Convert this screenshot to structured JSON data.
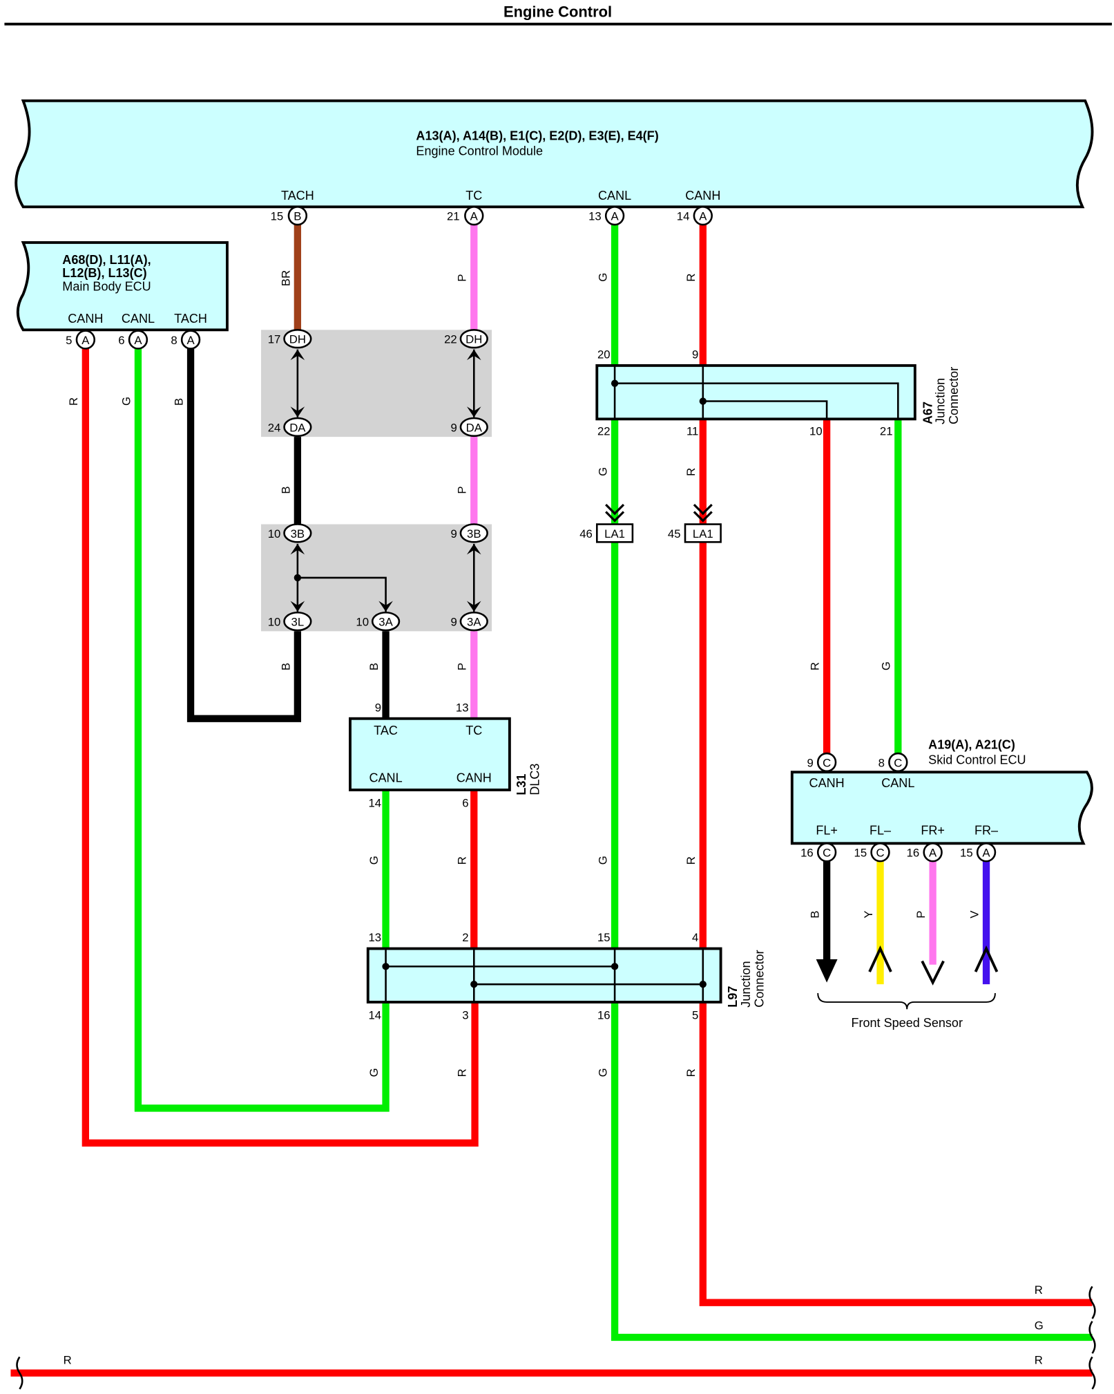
{
  "title": "Engine Control",
  "colors": {
    "box_fill": "#ccffff",
    "splice_fill": "#d3d3d3",
    "R": "#ff0000",
    "G": "#00ee00",
    "B": "#000000",
    "BR": "#a0401a",
    "P": "#ff77ee",
    "Y": "#ffee00",
    "V": "#4411ee"
  },
  "ecm": {
    "codes": "A13(A), A14(B), E1(C), E2(D), E3(E), E4(F)",
    "name": "Engine Control Module",
    "pins": {
      "tach": {
        "label": "TACH",
        "num": "15",
        "conn": "B"
      },
      "tc": {
        "label": "TC",
        "num": "21",
        "conn": "A"
      },
      "canl": {
        "label": "CANL",
        "num": "13",
        "conn": "A"
      },
      "canh": {
        "label": "CANH",
        "num": "14",
        "conn": "A"
      }
    }
  },
  "main_body_ecu": {
    "codes_line1": "A68(D), L11(A),",
    "codes_line2": "L12(B), L13(C)",
    "name": "Main Body ECU",
    "pins": {
      "canh": {
        "label": "CANH",
        "num": "5",
        "conn": "A"
      },
      "canl": {
        "label": "CANL",
        "num": "6",
        "conn": "A"
      },
      "tach": {
        "label": "TACH",
        "num": "8",
        "conn": "A"
      }
    }
  },
  "j_dh": {
    "left_top": {
      "num": "17",
      "conn": "DH"
    },
    "right_top": {
      "num": "22",
      "conn": "DH"
    },
    "left_bot": {
      "num": "24",
      "conn": "DA"
    },
    "right_bot": {
      "num": "9",
      "conn": "DA"
    }
  },
  "j_3b": {
    "left_top": {
      "num": "10",
      "conn": "3B"
    },
    "right_top": {
      "num": "9",
      "conn": "3B"
    },
    "left_bot": {
      "num": "10",
      "conn": "3L"
    },
    "mid_bot": {
      "num": "10",
      "conn": "3A"
    },
    "right_bot": {
      "num": "9",
      "conn": "3A"
    }
  },
  "a67": {
    "code": "A67",
    "name_line1": "Junction",
    "name_line2": "Connector",
    "pins": {
      "t1": "20",
      "t2": "9",
      "b1": "22",
      "b2": "11",
      "b3": "10",
      "b4": "21"
    }
  },
  "la1": {
    "left": {
      "num": "46",
      "conn": "LA1"
    },
    "right": {
      "num": "45",
      "conn": "LA1"
    }
  },
  "dlc3": {
    "code": "L31",
    "name": "DLC3",
    "pin_tac": {
      "label": "TAC",
      "num": "9"
    },
    "pin_tc": {
      "label": "TC",
      "num": "13"
    },
    "pin_canl": {
      "label": "CANL",
      "num": "14"
    },
    "pin_canh": {
      "label": "CANH",
      "num": "6"
    }
  },
  "l97": {
    "code": "L97",
    "name_line1": "Junction",
    "name_line2": "Connector",
    "pins": {
      "t1": "13",
      "t2": "2",
      "t3": "15",
      "t4": "4",
      "b1": "14",
      "b2": "3",
      "b3": "16",
      "b4": "5"
    }
  },
  "skid_ecu": {
    "codes": "A19(A), A21(C)",
    "name": "Skid Control ECU",
    "pins": {
      "canh": {
        "label": "CANH",
        "num": "9",
        "conn": "C"
      },
      "canl": {
        "label": "CANL",
        "num": "8",
        "conn": "C"
      },
      "flp": {
        "label": "FL+",
        "num": "16",
        "conn": "C"
      },
      "flm": {
        "label": "FL–",
        "num": "15",
        "conn": "C"
      },
      "frp": {
        "label": "FR+",
        "num": "16",
        "conn": "A"
      },
      "frm": {
        "label": "FR–",
        "num": "15",
        "conn": "A"
      }
    }
  },
  "front_speed_sensor": "Front Speed Sensor",
  "wire_codes": {
    "R": "R",
    "G": "G",
    "B": "B",
    "BR": "BR",
    "P": "P",
    "Y": "Y",
    "V": "V"
  }
}
